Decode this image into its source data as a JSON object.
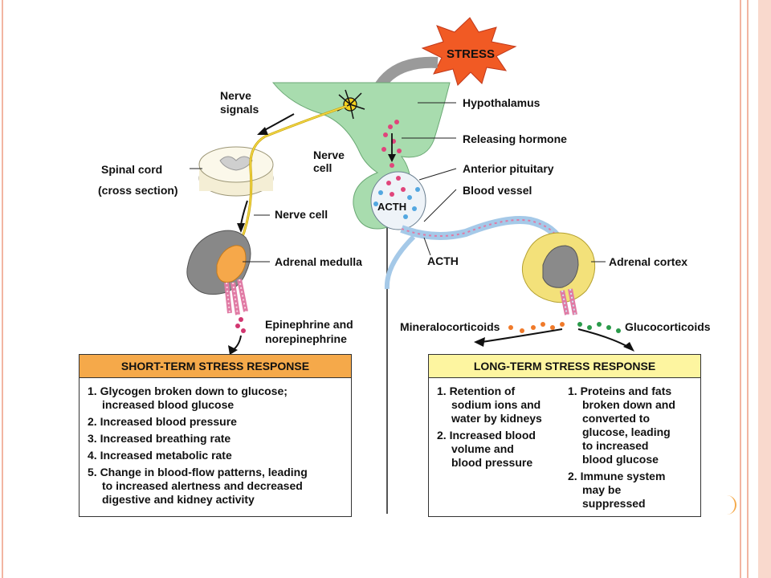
{
  "labels": {
    "stress": "STRESS",
    "nerve_signals_1": "Nerve",
    "nerve_signals_2": "signals",
    "hypothalamus": "Hypothalamus",
    "releasing_hormone": "Releasing hormone",
    "nerve_cell_top_1": "Nerve",
    "nerve_cell_top_2": "cell",
    "anterior_pituitary": "Anterior pituitary",
    "blood_vessel": "Blood vessel",
    "spinal_cord_1": "Spinal cord",
    "spinal_cord_2": "(cross section)",
    "nerve_cell": "Nerve cell",
    "acth_pituitary": "ACTH",
    "acth_vessel": "ACTH",
    "adrenal_medulla": "Adrenal medulla",
    "adrenal_cortex": "Adrenal cortex",
    "epinephrine_1": "Epinephrine and",
    "epinephrine_2": "norepinephrine",
    "mineralocorticoids": "Mineralocorticoids",
    "glucocorticoids": "Glucocorticoids"
  },
  "short_term": {
    "title": "SHORT-TERM STRESS RESPONSE",
    "items": [
      {
        "l1": "1. Glycogen broken down to glucose;",
        "l2": "    increased blood glucose"
      },
      {
        "l1": "2. Increased blood pressure",
        "l2": ""
      },
      {
        "l1": "3. Increased breathing rate",
        "l2": ""
      },
      {
        "l1": "4. Increased metabolic rate",
        "l2": ""
      },
      {
        "l1": "5. Change in blood-flow patterns, leading",
        "l2": "    to increased alertness and decreased",
        "l3": "    digestive and kidney activity"
      }
    ]
  },
  "long_term": {
    "title": "LONG-TERM STRESS RESPONSE",
    "left": [
      {
        "l1": "1. Retention of",
        "l2": "    sodium ions and",
        "l3": "    water by kidneys"
      },
      {
        "l1": "2. Increased blood",
        "l2": "    volume and",
        "l3": "    blood pressure"
      }
    ],
    "right": [
      {
        "l1": "1. Proteins and fats",
        "l2": "    broken down and",
        "l3": "    converted to",
        "l4": "    glucose, leading",
        "l5": "    to increased",
        "l6": "    blood glucose"
      },
      {
        "l1": "2. Immune system",
        "l2": "    may be",
        "l3": "    suppressed"
      }
    ]
  },
  "colors": {
    "short_header": "#f5a94a",
    "long_header": "#fdf5a0",
    "hypothalamus": "#a8dcae",
    "stress_burst": "#f15a24",
    "medulla": "#f6a84a",
    "cortex": "#f3e17a",
    "frame_accent": "#f2b5a2"
  }
}
